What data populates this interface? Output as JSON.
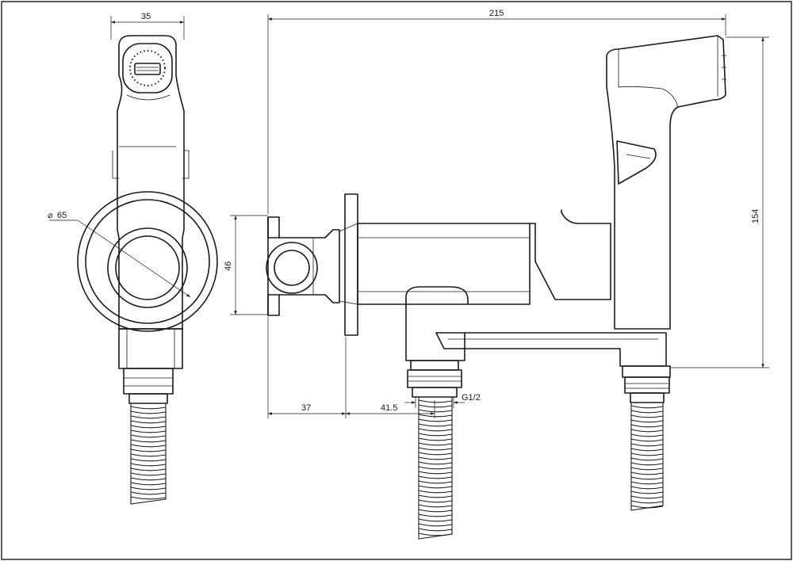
{
  "dimensions": {
    "width_top": "35",
    "overall_length": "215",
    "diameter": "65",
    "height_left": "46",
    "height_right": "154",
    "offset_a": "37",
    "offset_b": "41.5",
    "thread": "G1/2"
  },
  "diameter_symbol": "⌀"
}
